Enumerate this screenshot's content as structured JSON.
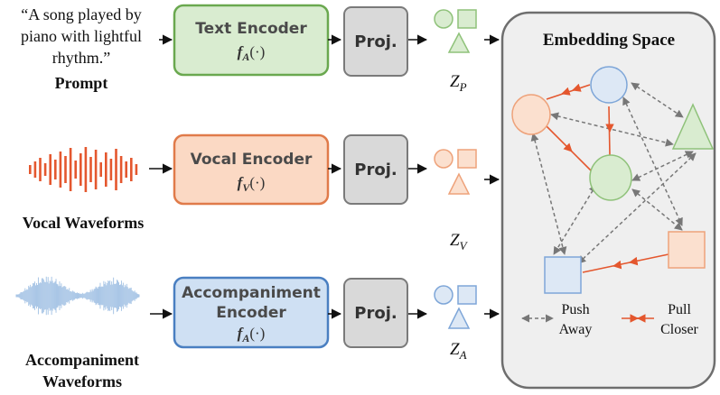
{
  "prompt": {
    "quote_lines": [
      "“A song played by",
      "piano with lightful",
      "rhythm.”"
    ],
    "label": "Prompt"
  },
  "vocal": {
    "label": "Vocal Waveforms"
  },
  "accompaniment": {
    "label_lines": [
      "Accompaniment",
      "Waveforms"
    ]
  },
  "encoders": {
    "text": {
      "lines": [
        "Text Encoder"
      ],
      "func_letter": "f",
      "func_sub": "A",
      "func_tail": "(·)",
      "fill": "#d9ecd0",
      "stroke": "#6aa84f"
    },
    "vocal": {
      "lines": [
        "Vocal Encoder"
      ],
      "func_letter": "f",
      "func_sub": "V",
      "func_tail": "(·)",
      "fill": "#fbd9c4",
      "stroke": "#e07b4a"
    },
    "accompaniment": {
      "lines": [
        "Accompaniment",
        "Encoder"
      ],
      "func_letter": "f",
      "func_sub": "A",
      "func_tail": "(·)",
      "fill": "#cfe0f3",
      "stroke": "#4a7fc1"
    }
  },
  "proj": {
    "label": "Proj."
  },
  "z": {
    "p": {
      "letter": "Z",
      "sub": "P"
    },
    "v": {
      "letter": "Z",
      "sub": "V"
    },
    "a": {
      "letter": "Z",
      "sub": "A"
    }
  },
  "embedding": {
    "title": "Embedding Space",
    "legend": {
      "push_lines": [
        "Push",
        "Away"
      ],
      "pull_lines": [
        "Pull",
        "Closer"
      ]
    }
  },
  "colors": {
    "green_fill": "#d9ecd0",
    "green_stroke": "#8fc27a",
    "orange_fill": "#fbe0cf",
    "orange_stroke": "#eea27a",
    "blue_fill": "#dde8f5",
    "blue_stroke": "#7ea6d8",
    "wave_orange": "#e4572e",
    "wave_blue": "#a9c6e6",
    "proj_fill": "#d9d9d9",
    "proj_stroke": "#7a7a7a",
    "space_fill": "#efefef",
    "space_stroke": "#6e6e6e",
    "pull_arrow": "#e4572e",
    "push_arrow": "#777777"
  }
}
